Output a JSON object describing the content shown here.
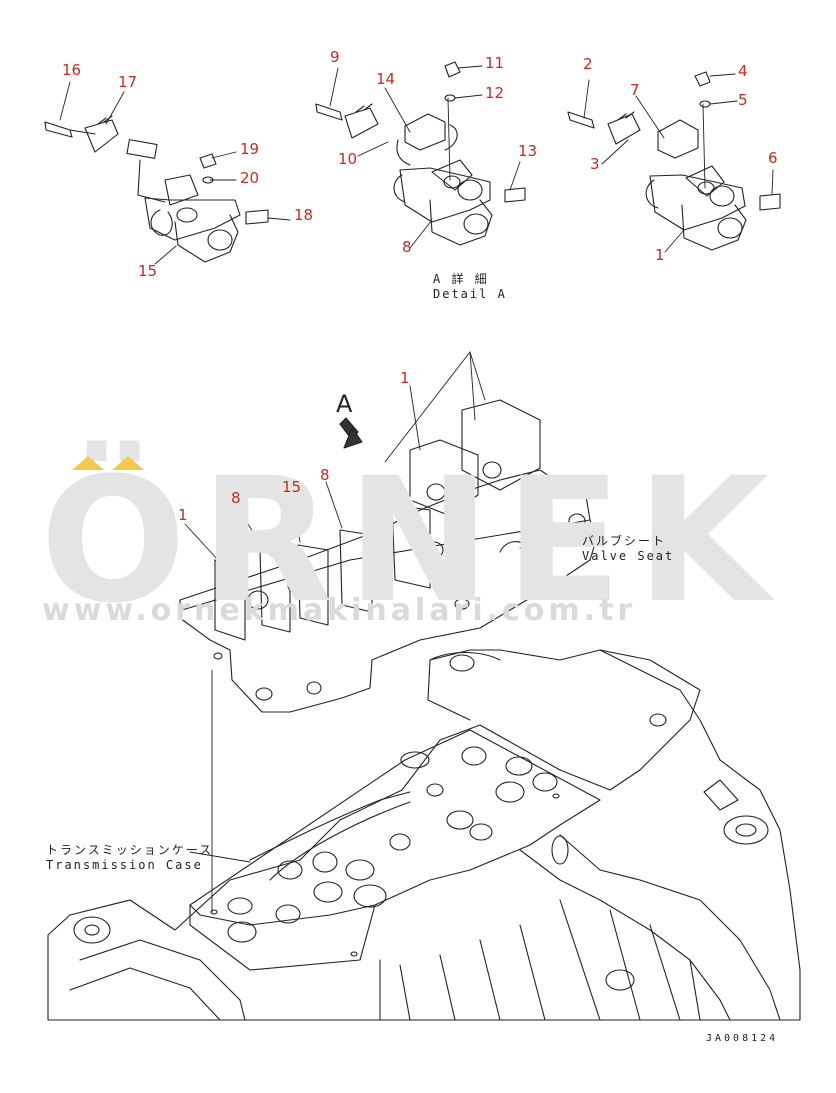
{
  "watermark": {
    "brand": "ÖRNEK",
    "url": "www.ornekmakinalari.com.tr",
    "accent_color": "#f2c94c"
  },
  "detail": {
    "jp": "A 詳 細",
    "en": "Detail A"
  },
  "view_arrow_label": "A",
  "valve_seat": {
    "jp": "バルブシート",
    "en": "Valve Seat"
  },
  "transmission_case": {
    "jp": "トランスミッションケース",
    "en": "Transmission Case"
  },
  "drawing_code": "JA008124",
  "callouts": {
    "c16": "16",
    "c17": "17",
    "c19": "19",
    "c20": "20",
    "c18": "18",
    "c15a": "15",
    "c9": "9",
    "c14": "14",
    "c11": "11",
    "c12": "12",
    "c13": "13",
    "c10": "10",
    "c8a": "8",
    "c2": "2",
    "c7": "7",
    "c4": "4",
    "c5": "5",
    "c6": "6",
    "c3": "3",
    "c1a": "1",
    "c1b": "1",
    "c8b": "8",
    "c8c": "8",
    "c15b": "15",
    "c1c": "1"
  }
}
